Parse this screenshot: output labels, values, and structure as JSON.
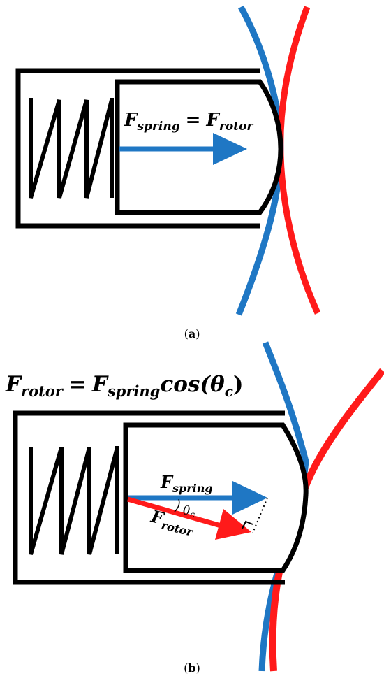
{
  "panel_a": {
    "label_open": "(",
    "label_letter": "a",
    "label_close": ")",
    "equation": {
      "lhs_base": "F",
      "lhs_sub": "spring",
      "equals": "=",
      "rhs_base": "F",
      "rhs_sub": "rotor"
    },
    "colors": {
      "rotor_blue": "#1f77c4",
      "rotor_red": "#ff1a1a",
      "arrow_blue": "#1f77c4"
    }
  },
  "panel_b": {
    "label_open": "(",
    "label_letter": "b",
    "label_close": ")",
    "equation": {
      "lhs_base": "F",
      "lhs_sub": "rotor",
      "equals": "=",
      "rhs_base": "F",
      "rhs_sub": "spring",
      "func": "cos(",
      "theta": "θ",
      "theta_sub": "c",
      "close": ")"
    },
    "spring_label": {
      "base": "F",
      "sub": "spring"
    },
    "rotor_label": {
      "base": "F",
      "sub": "rotor"
    },
    "angle_label": {
      "base": "θ",
      "sub": "c"
    },
    "colors": {
      "arrow_blue": "#1f77c4",
      "arrow_red": "#ff1a1a"
    }
  }
}
